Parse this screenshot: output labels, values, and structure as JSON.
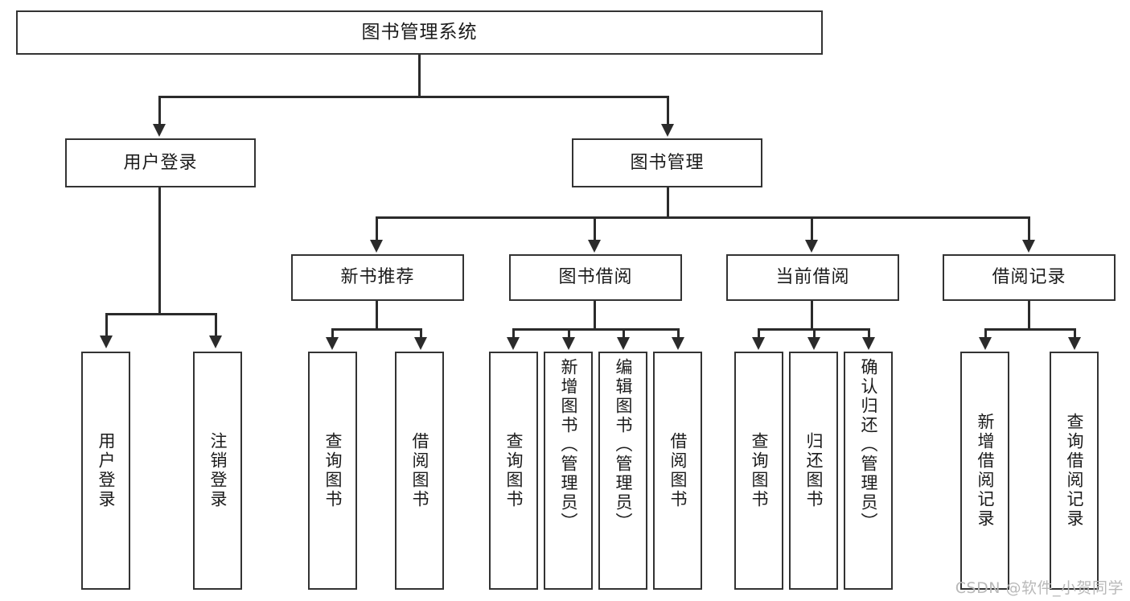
{
  "diagram": {
    "title": "图书管理系统",
    "type": "tree-hierarchy-diagram",
    "colors": {
      "box_border": "#333333",
      "box_fill": "#ffffff",
      "connector": "#2b2b2b",
      "text": "#1b1b1b",
      "watermark": "#b9b9b9"
    },
    "root": {
      "label": "图书管理系统"
    },
    "level2": [
      {
        "label": "用户登录"
      },
      {
        "label": "图书管理"
      }
    ],
    "level3": [
      {
        "label": "新书推荐"
      },
      {
        "label": "图书借阅"
      },
      {
        "label": "当前借阅"
      },
      {
        "label": "借阅记录"
      }
    ],
    "leaves": {
      "user_login": [
        {
          "label": "用户登录"
        },
        {
          "label": "注销登录"
        }
      ],
      "new_book_recommend": [
        {
          "label": "查询图书"
        },
        {
          "label": "借阅图书"
        }
      ],
      "book_borrow": [
        {
          "label": "查询图书"
        },
        {
          "label": "新增图书（管理员）"
        },
        {
          "label": "编辑图书（管理员）"
        },
        {
          "label": "借阅图书"
        }
      ],
      "current_borrow": [
        {
          "label": "查询图书"
        },
        {
          "label": "归还图书"
        },
        {
          "label": "确认归还（管理员）"
        }
      ],
      "borrow_record": [
        {
          "label": "新增借阅记录"
        },
        {
          "label": "查询借阅记录"
        }
      ]
    }
  },
  "watermark": {
    "text": "CSDN @软件_小贺同学"
  }
}
